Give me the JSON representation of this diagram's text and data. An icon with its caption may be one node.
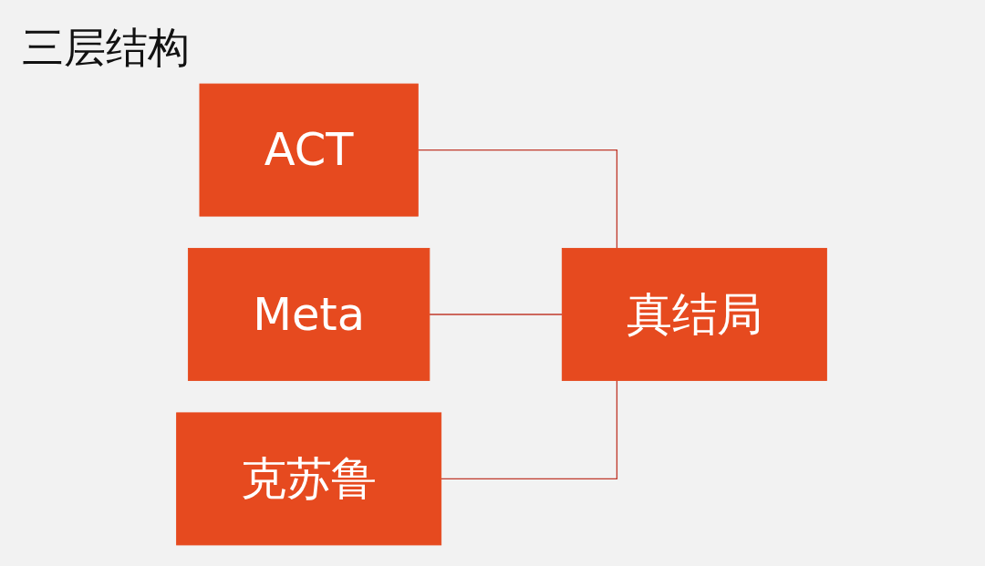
{
  "diagram": {
    "title": "三层结构",
    "nodes": [
      {
        "text": [
          "ACT"
        ]
      },
      {
        "text": [
          "Meta"
        ]
      },
      {
        "text": [
          "克苏鲁"
        ]
      },
      {
        "text": [
          "真结局"
        ]
      }
    ],
    "edges": [
      {
        "from": 0,
        "to": 3,
        "arrow": "none"
      },
      {
        "from": 1,
        "to": 3,
        "arrow": "none"
      },
      {
        "from": 2,
        "to": 3,
        "arrow": "none"
      }
    ]
  }
}
